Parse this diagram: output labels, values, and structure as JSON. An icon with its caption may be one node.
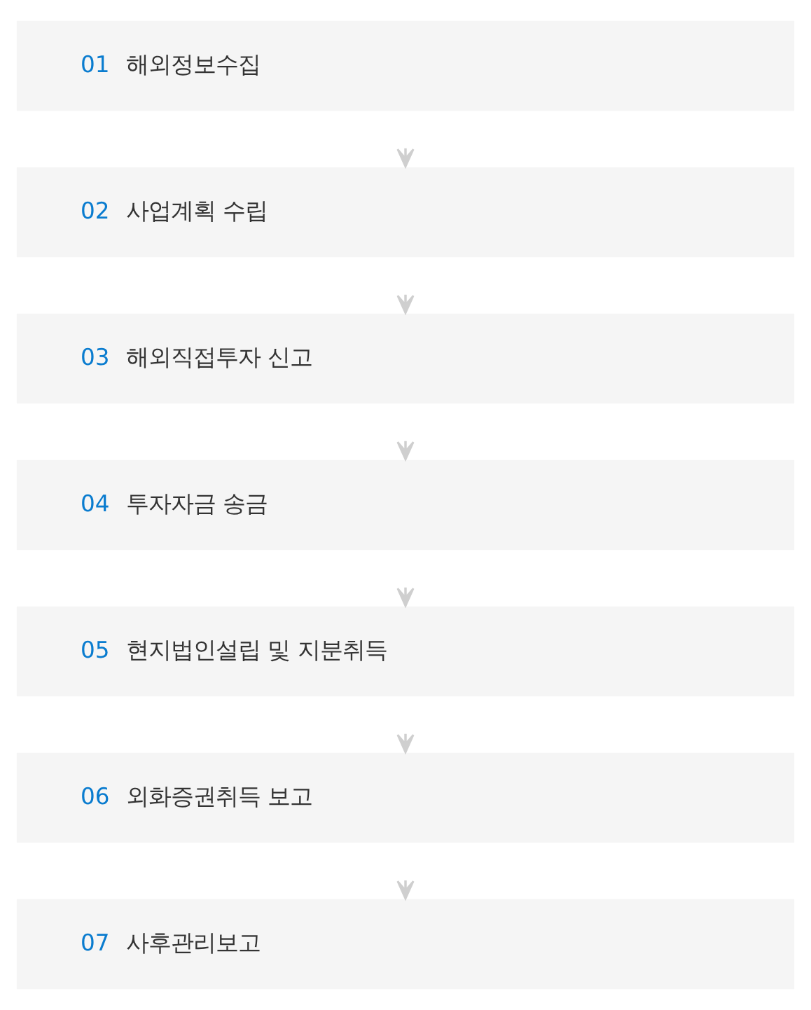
{
  "diagram": {
    "nodes": [
      {
        "text": [
          "01",
          "해외정보수집"
        ]
      },
      {
        "text": [
          "02",
          "사업계획 수립"
        ]
      },
      {
        "text": [
          "03",
          "해외직접투자 신고"
        ]
      },
      {
        "text": [
          "04",
          "투자자금 송금"
        ]
      },
      {
        "text": [
          "05",
          "현지법인설립 및 지분취득"
        ]
      },
      {
        "text": [
          "06",
          "외화증권취득 보고"
        ]
      },
      {
        "text": [
          "07",
          "사후관리보고"
        ]
      }
    ],
    "edges": [
      {
        "from": 0,
        "to": 1,
        "arrow": "to"
      },
      {
        "from": 1,
        "to": 2,
        "arrow": "to"
      },
      {
        "from": 2,
        "to": 3,
        "arrow": "to"
      },
      {
        "from": 3,
        "to": 4,
        "arrow": "to"
      },
      {
        "from": 4,
        "to": 5,
        "arrow": "to"
      },
      {
        "from": 5,
        "to": 6,
        "arrow": "to"
      }
    ]
  }
}
